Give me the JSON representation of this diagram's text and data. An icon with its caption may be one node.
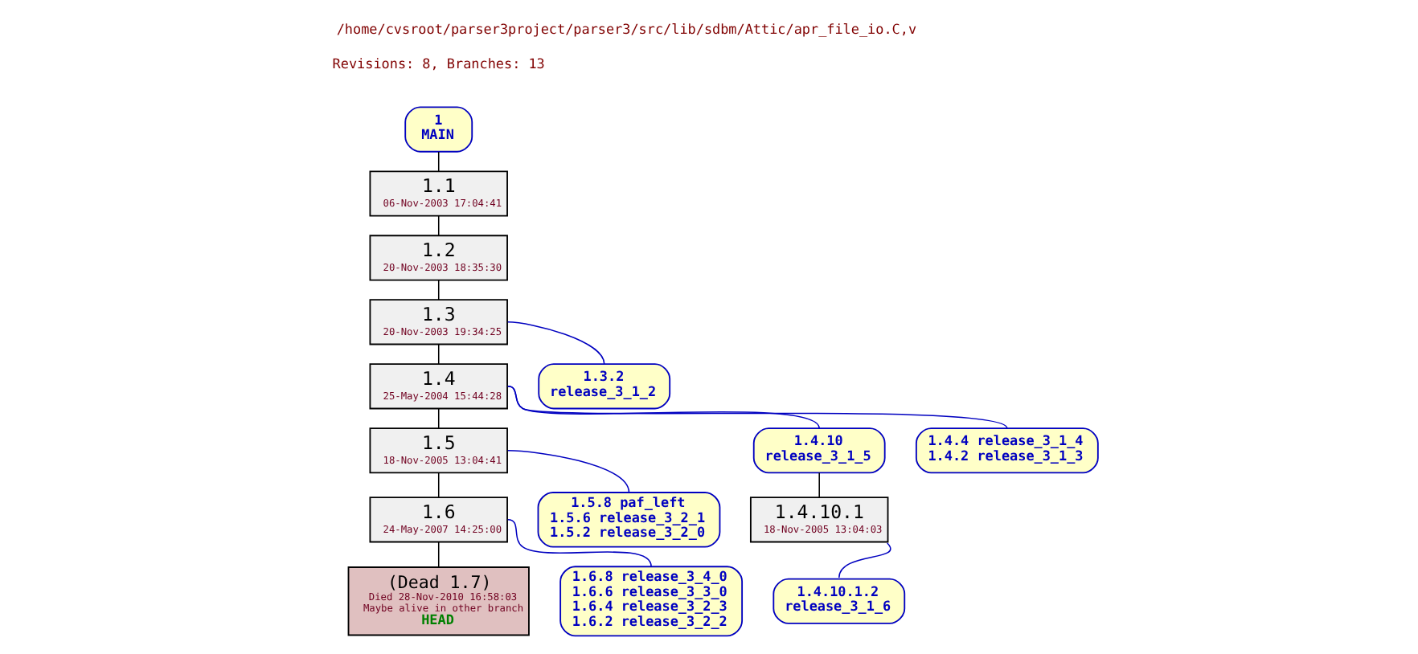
{
  "diagram": {
    "title": "/home/cvsroot/parser3project/parser3/src/lib/sdbm/Attic/apr_file_io.C,v",
    "nodes": [
      {
        "text": [
          "1",
          "MAIN"
        ]
      },
      {
        "text": [
          "1.1",
          "06-Nov-2003 17:04:41"
        ]
      },
      {
        "text": [
          "1.2",
          "20-Nov-2003 18:35:30"
        ]
      },
      {
        "text": [
          "1.3",
          "20-Nov-2003 19:34:25"
        ]
      },
      {
        "text": [
          "1.3.2",
          "release_3_1_2"
        ]
      },
      {
        "text": [
          "1.4",
          "25-May-2004 15:44:28"
        ]
      },
      {
        "text": [
          "1.4.10",
          "release_3_1_5"
        ]
      },
      {
        "text": [
          "1.4.4 release_3_1_4",
          "1.4.2 release_3_1_3"
        ]
      },
      {
        "text": [
          "1.5",
          "18-Nov-2005 13:04:41"
        ]
      },
      {
        "text": [
          "1.4.10.1",
          "18-Nov-2005 13:04:03"
        ]
      },
      {
        "text": [
          "1.5.8 paf_left",
          "1.5.6 release_3_2_1",
          "1.5.2 release_3_2_0"
        ]
      },
      {
        "text": [
          "1.4.10.1.2",
          "release_3_1_6"
        ]
      },
      {
        "text": [
          "1.6",
          "24-May-2007 14:25:00"
        ]
      },
      {
        "text": [
          "1.6.8 release_3_4_0",
          "1.6.6 release_3_3_0",
          "1.6.4 release_3_2_3",
          "1.6.2 release_3_2_2"
        ]
      },
      {
        "text": [
          "(Dead 1.7)",
          "Died 28-Nov-2010 16:58:03",
          "Maybe alive in other branch",
          "HEAD"
        ]
      }
    ],
    "edges": [
      {
        "from": 0,
        "to": 1,
        "arrow": "none"
      },
      {
        "from": 1,
        "to": 2,
        "arrow": "none"
      },
      {
        "from": 2,
        "to": 3,
        "arrow": "none"
      },
      {
        "from": 3,
        "to": 4,
        "arrow": "none",
        "color": "#0000c0"
      },
      {
        "from": 3,
        "to": 5,
        "arrow": "none"
      },
      {
        "from": 5,
        "to": 6,
        "arrow": "none",
        "color": "#0000c0"
      },
      {
        "from": 5,
        "to": 7,
        "arrow": "none",
        "color": "#0000c0"
      },
      {
        "from": 5,
        "to": 8,
        "arrow": "none"
      },
      {
        "from": 6,
        "to": 9,
        "arrow": "none"
      },
      {
        "from": 8,
        "to": 10,
        "arrow": "none",
        "color": "#0000c0"
      },
      {
        "from": 9,
        "to": 11,
        "arrow": "none",
        "color": "#0000c0"
      },
      {
        "from": 8,
        "to": 12,
        "arrow": "none"
      },
      {
        "from": 12,
        "to": 13,
        "arrow": "none",
        "color": "#0000c0"
      },
      {
        "from": 12,
        "to": 14,
        "arrow": "none"
      }
    ],
    "labels": [
      "Revisions: 8, Branches: 13"
    ]
  }
}
